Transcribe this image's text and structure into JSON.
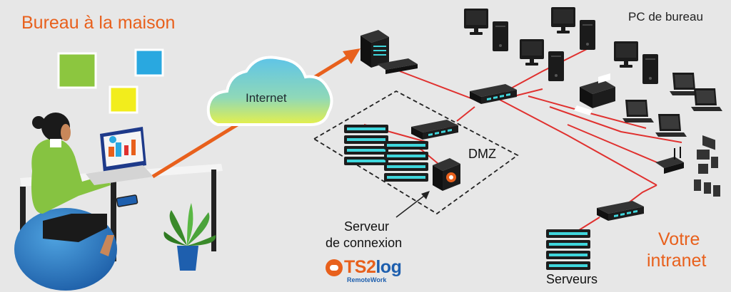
{
  "labels": {
    "home_office": "Bureau à la maison",
    "internet": "Internet",
    "office_pcs": "PC de bureau",
    "dmz": "DMZ",
    "connection_server_line1": "Serveur",
    "connection_server_line2": "de connexion",
    "servers": "Serveurs",
    "your_intranet_line1": "Votre",
    "your_intranet_line2": "intranet"
  },
  "logo": {
    "brand_prefix": "TS",
    "brand_digit": "2",
    "brand_suffix": "log",
    "tagline": "RemoteWork"
  },
  "colors": {
    "accent_orange": "#e8601c",
    "network_line": "#e0312f",
    "server_stripe": "#3fd6dc",
    "cloud_top": "#5ec4e8",
    "cloud_bottom": "#e6f04a",
    "background": "#e7e7e7"
  }
}
